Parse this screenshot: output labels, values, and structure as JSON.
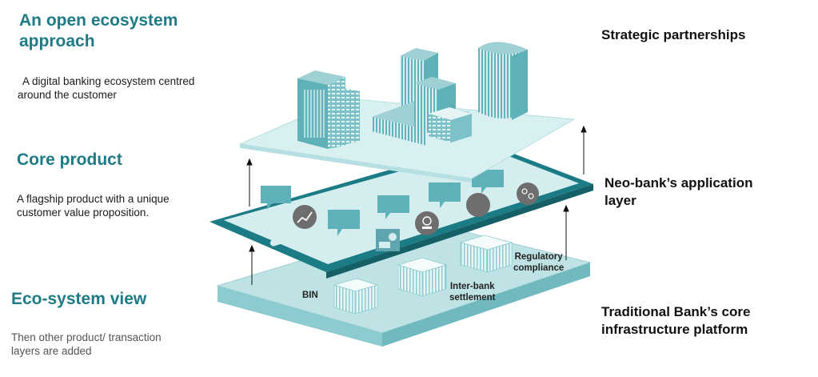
{
  "left": {
    "ecosystem_title_line1": "An open ecosystem",
    "ecosystem_title_line2": "approach",
    "ecosystem_desc_line1": "A  digital banking ecosystem centred",
    "ecosystem_desc_line2": "around the customer",
    "core_title": "Core product",
    "core_desc_line1": "A flagship product with a unique",
    "core_desc_line2": "customer value proposition.",
    "ecoview_title": "Eco-system view",
    "ecoview_desc_line1": "Then other product/ transaction",
    "ecoview_desc_line2": "layers are added"
  },
  "right": {
    "strategic": "Strategic partnerships",
    "neobank_line1": "Neo-bank’s application",
    "neobank_line2": "layer",
    "traditional_line1": "Traditional Bank’s core",
    "traditional_line2": "infrastructure platform"
  },
  "base_layer": {
    "bin": "BIN",
    "interbank_line1": "Inter-bank",
    "interbank_line2": "settlement",
    "regulatory_line1": "Regulatory",
    "regulatory_line2": "compliance"
  },
  "colors": {
    "heading_teal": "#1e7b86",
    "phone_dark_teal": "#1c7c86",
    "layer_light": "#bfe3e5",
    "building_teal": "#5fb1b9"
  }
}
